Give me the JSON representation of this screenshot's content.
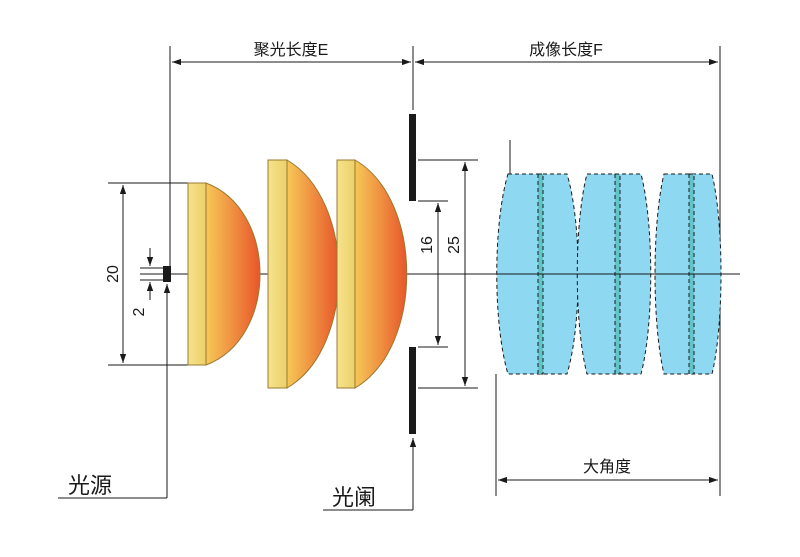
{
  "labels": {
    "focus_length": "聚光长度E",
    "image_length": "成像长度F",
    "wide_angle": "大角度",
    "light_source": "光源",
    "aperture": "光阑"
  },
  "dimensions": {
    "outer_height": "20",
    "source_height": "2",
    "aperture_opening": "16",
    "aperture_span": "25"
  },
  "colors": {
    "lens_flat": "#f2dd7a",
    "lens_edge": "#c9a84a",
    "lens_curve_start": "#f6c857",
    "lens_curve_end": "#e8562a",
    "imaging_lens": "#8fd8f2",
    "imaging_lens_mid": "#62c4c8",
    "aperture_bar": "#1a1a1a"
  }
}
